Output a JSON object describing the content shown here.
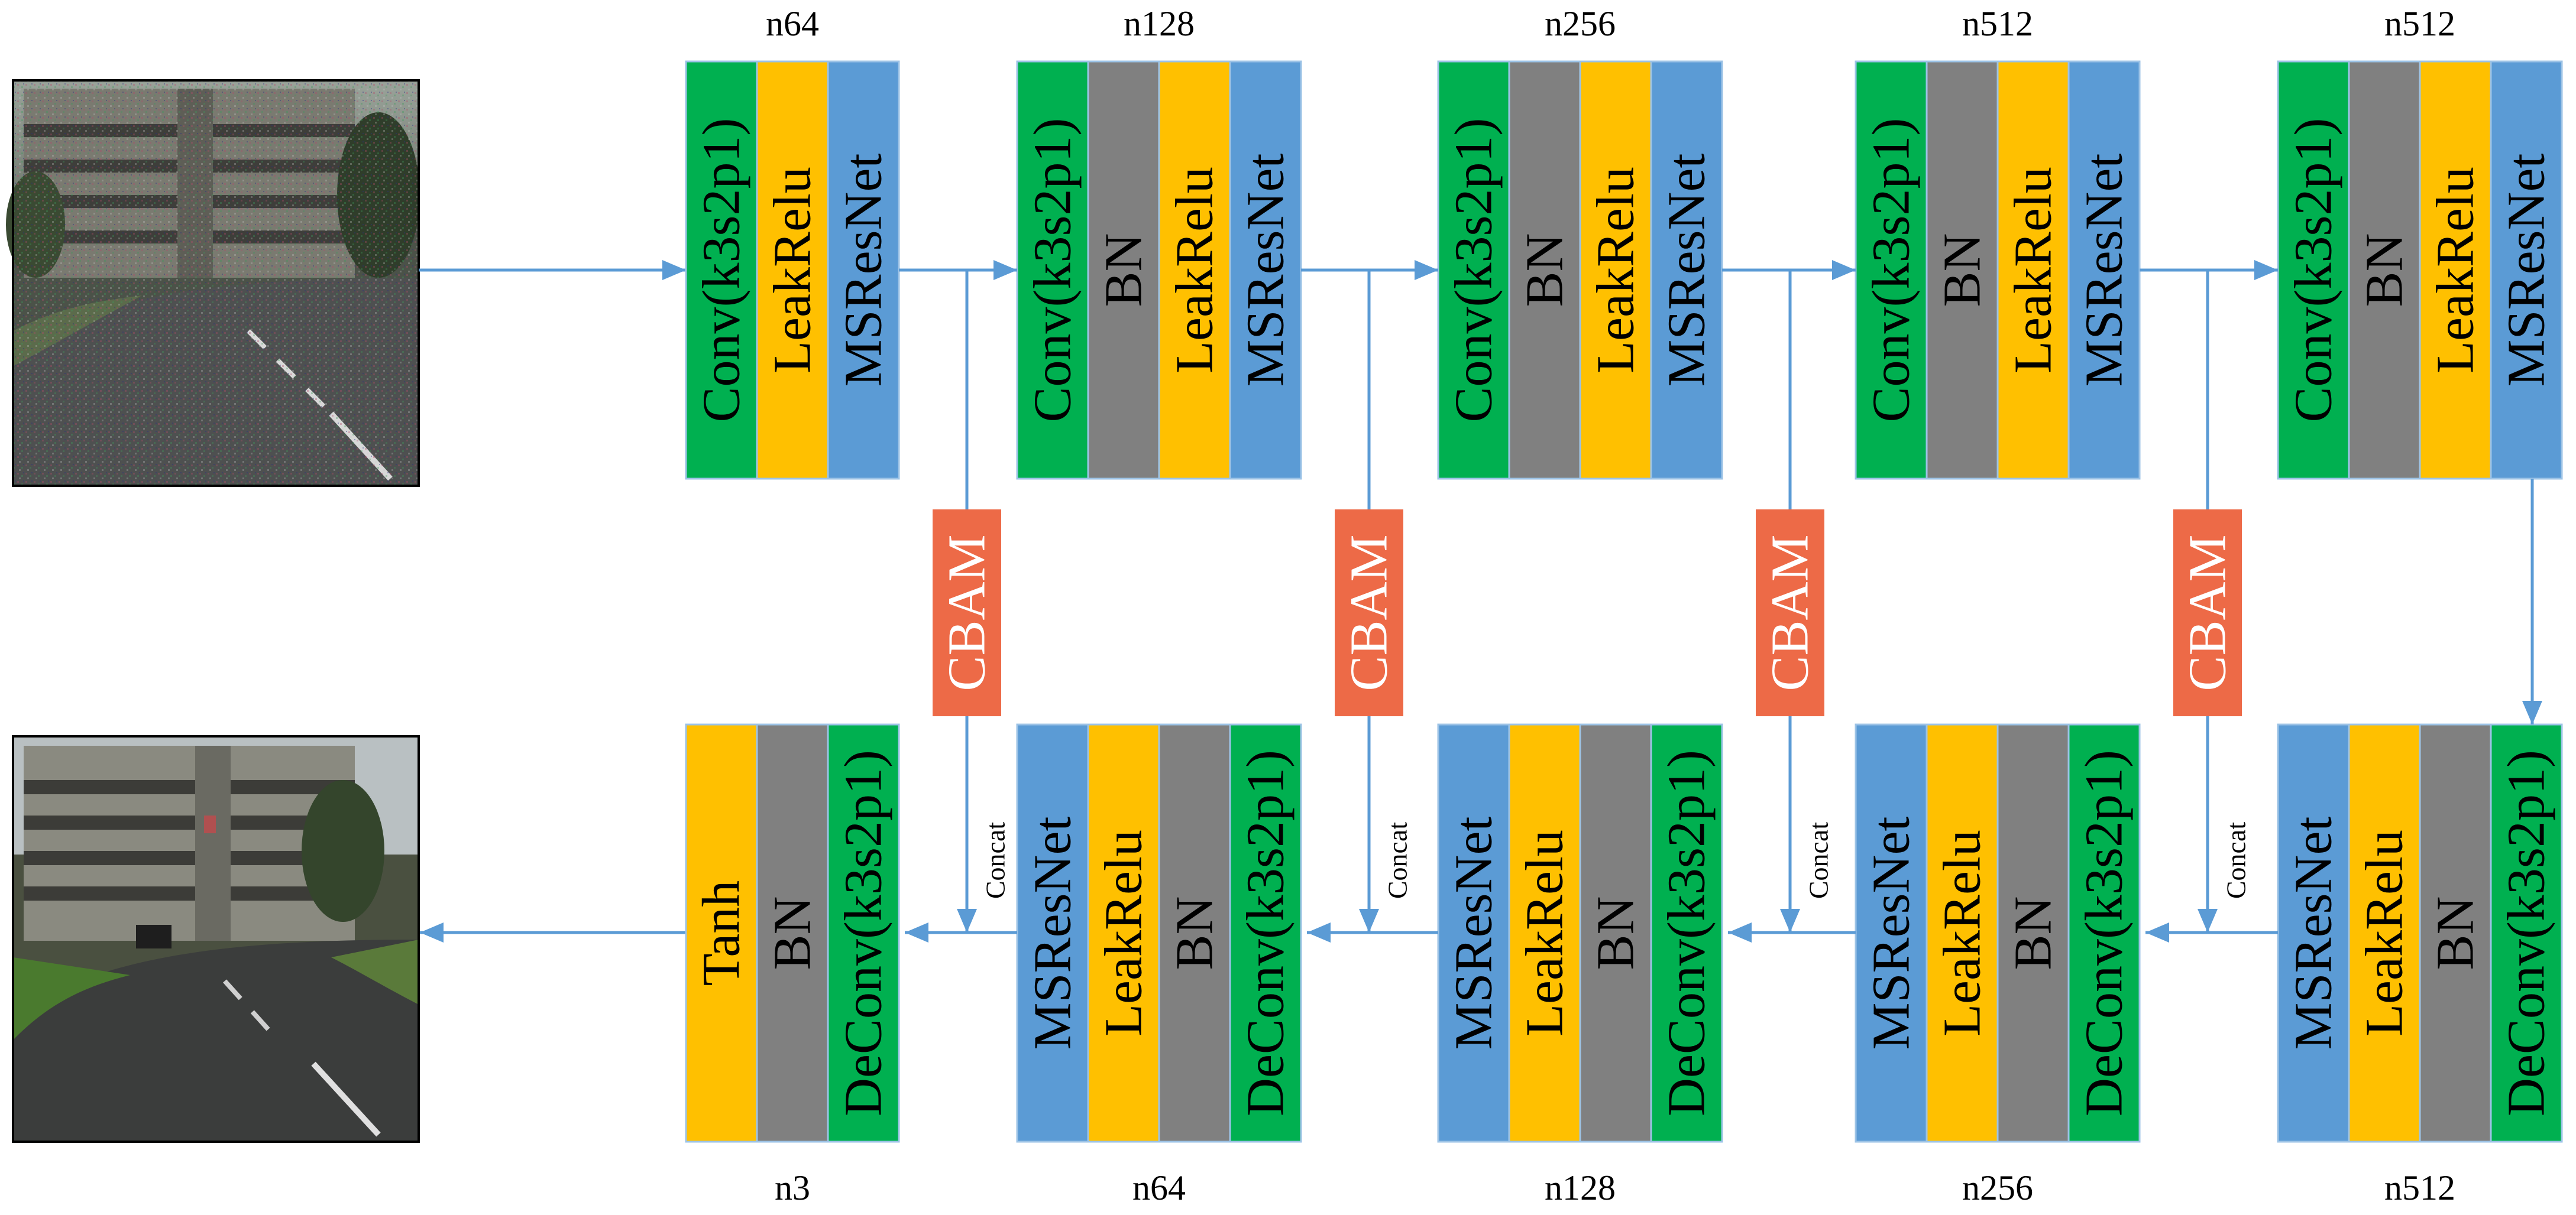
{
  "encoder_blocks": [
    {
      "channels": "n64",
      "layers": [
        "Conv(k3s2p1)",
        "LeakRelu",
        "MSResNet"
      ]
    },
    {
      "channels": "n128",
      "layers": [
        "Conv(k3s2p1)",
        "BN",
        "LeakRelu",
        "MSResNet"
      ]
    },
    {
      "channels": "n256",
      "layers": [
        "Conv(k3s2p1)",
        "BN",
        "LeakRelu",
        "MSResNet"
      ]
    },
    {
      "channels": "n512",
      "layers": [
        "Conv(k3s2p1)",
        "BN",
        "LeakRelu",
        "MSResNet"
      ]
    },
    {
      "channels": "n512",
      "layers": [
        "Conv(k3s2p1)",
        "BN",
        "LeakRelu",
        "MSResNet"
      ]
    }
  ],
  "decoder_blocks": [
    {
      "channels": "n3",
      "layers": [
        "Tanh",
        "BN",
        "DeConv(k3s2p1)"
      ]
    },
    {
      "channels": "n64",
      "layers": [
        "MSResNet",
        "LeakRelu",
        "BN",
        "DeConv(k3s2p1)"
      ]
    },
    {
      "channels": "n128",
      "layers": [
        "MSResNet",
        "LeakRelu",
        "BN",
        "DeConv(k3s2p1)"
      ]
    },
    {
      "channels": "n256",
      "layers": [
        "MSResNet",
        "LeakRelu",
        "BN",
        "DeConv(k3s2p1)"
      ]
    },
    {
      "channels": "n512",
      "layers": [
        "MSResNet",
        "LeakRelu",
        "BN",
        "DeConv(k3s2p1)"
      ]
    }
  ],
  "attention_label": "CBAM",
  "skip_label": "Concat",
  "layer_colors": {
    "Conv(k3s2p1)": "#00b050",
    "DeConv(k3s2p1)": "#00b050",
    "BN": "#808080",
    "LeakRelu": "#ffc000",
    "MSResNet": "#5b9bd5",
    "Tanh": "#ffc000"
  },
  "colors": {
    "arrow": "#5b9bd5",
    "cbam_fill": "#ed6a47",
    "block_border": "#9dc3e6",
    "text": "#000000",
    "cbam_text": "#ffffff"
  },
  "input_image": {
    "icon": "noisy-street-photo"
  },
  "output_image": {
    "icon": "restored-street-photo"
  }
}
